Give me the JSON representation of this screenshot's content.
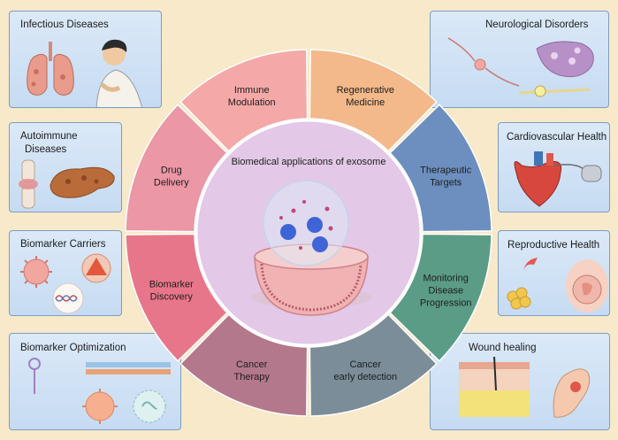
{
  "center": {
    "title": "Biomedical applications of exosome",
    "icon": "exosome-vesicle-icon"
  },
  "segments": [
    {
      "id": "immune-modulation",
      "lines": [
        "Immune",
        "Modulation"
      ],
      "color": "#f4a9a8"
    },
    {
      "id": "regenerative-medicine",
      "lines": [
        "Regenerative",
        "Medicine"
      ],
      "color": "#f3b98a"
    },
    {
      "id": "therapeutic-targets",
      "lines": [
        "Therapeutic",
        "Targets"
      ],
      "color": "#6d8fbf"
    },
    {
      "id": "monitoring-disease-progression",
      "lines": [
        "Monitoring",
        "Disease",
        "Progression"
      ],
      "color": "#5b9c86"
    },
    {
      "id": "cancer-early-detection",
      "lines": [
        "Cancer",
        "early detection"
      ],
      "color": "#7b8d98"
    },
    {
      "id": "cancer-therapy",
      "lines": [
        "Cancer",
        "Therapy"
      ],
      "color": "#b4788c"
    },
    {
      "id": "biomarker-discovery",
      "lines": [
        "Biomarker",
        "Discovery"
      ],
      "color": "#e8768a"
    },
    {
      "id": "drug-delivery",
      "lines": [
        "Drug",
        "Delivery"
      ],
      "color": "#eb97a6"
    }
  ],
  "panels": {
    "infectious": {
      "title": "Infectious Diseases",
      "icon": "lungs-and-patient-icon"
    },
    "autoimmune": {
      "title": "Autoimmune\nDiseases",
      "title_line1": "Autoimmune",
      "title_line2": "Diseases",
      "icon": "joint-and-pancreas-icon"
    },
    "biomarker_carriers": {
      "title": "Biomarker Carriers",
      "icon": "virus-and-dna-icon"
    },
    "biomarker_optimization": {
      "title": "Biomarker Optimization",
      "icon": "rna-and-virus-icon"
    },
    "neurological": {
      "title": "Neurological Disorders",
      "icon": "neuron-cells-icon"
    },
    "cardiovascular": {
      "title": "Cardiovascular Health",
      "icon": "heart-with-pacemaker-icon"
    },
    "reproductive": {
      "title": "Reproductive Health",
      "icon": "ovary-and-fetus-icon"
    },
    "wound": {
      "title": "Wound healing",
      "icon": "skin-and-foot-icon"
    }
  },
  "colors": {
    "background": "#f7e9c9",
    "panel": "#cfe1f5",
    "panel_border": "#7f9cc0",
    "inner_circle": "#e3c8e8"
  }
}
